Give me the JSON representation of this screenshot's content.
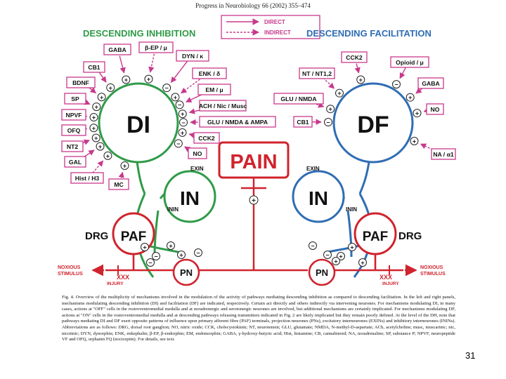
{
  "journal_line": "Progress in Neurobiology 66 (2002) 355–474",
  "page_number": "31",
  "legend": {
    "direct": "DIRECT",
    "indirect": "INDIRECT"
  },
  "titles": {
    "inhibition": "DESCENDING INHIBITION",
    "facilitation": "DESCENDING FACILITATION"
  },
  "center": {
    "pain": "PAIN",
    "di": "DI",
    "df": "DF",
    "in": "IN",
    "exin": "EXIN",
    "inin": "ININ",
    "paf": "PAF",
    "drg": "DRG",
    "pn": "PN"
  },
  "inhibition_boxes": [
    "GABA",
    "β-EP / μ",
    "DYN / κ",
    "CB1",
    "ENK / δ",
    "BDNF",
    "EM / μ",
    "SP",
    "ACH / Nic / Musc",
    "NPVF",
    "GLU / NMDA & AMPA",
    "OFQ",
    "CCK2",
    "NT2",
    "NO",
    "GAL",
    "Hist / H3",
    "MC"
  ],
  "facilitation_boxes": [
    "CCK2",
    "NT / NT1,2",
    "Opioid / μ",
    "GABA",
    "GLU / NMDA",
    "NO",
    "CB1",
    "NA / α1"
  ],
  "periphery": {
    "xxx": "XXX",
    "noxious_left": "NOXIOUS",
    "stimulus_left": "STIMULUS",
    "injury_left": "INJURY",
    "injury_right": "INJURY",
    "noxious_right": "NOXIOUS",
    "stimulus_right": "STIMULUS"
  },
  "colors": {
    "green": "#2f9b48",
    "blue": "#2f6db4",
    "red": "#d0232d",
    "magenta": "#c8388c"
  },
  "caption": "Fig. 4. Overview of the multiplicity of mechanisms involved in the modulation of the activity of pathways mediating descending inhibition as compared to descending facilitation. In the left and right panels, mechanisms modulating descending inhibition (DI) and facilitation (DF) are indicated, respectively. Certain act directly and others indirectly via intervening neurones. For mechanisms modulating DI, in many cases, actions at \"OFF\" cells in the rostroventromedial medulla and at noradrenergic and serotonergic neurones are involved, but additional mechanisms are certainly implicated. For mechanisms modulating DF, actions at \"ON\" cells in the rostroventromedial medulla and at descending pathways releasing transmitters indicated in Fig. 2 are likely implicated but they remain poorly defined. At the level of the DH, note that pathways mediating DI and DF exert opposite patterns of influence upon primary afferent fibre (PAF) terminals, projection neurones (PNs), excitatory interneurones (EXINs) and inhibitory interneurones (ININs). Abbreviations are as follows: DRG, dorsal root ganglion; NO, nitric oxide; CCK, cholecystokinin; NT, neurotensin; GLU, glutamate; NMDA, N-methyl-D-aspartate; ACh, acetylcholine; musc, muscarinic; nic, nicotinic; DYN, dynorphin; ENK, enkephalin; β-EP, β-endorphin; EM, endomorphin; GABA, γ-hydroxy-butyric acid; Hist, histamine; CB, cannabinoid; NA, noradrenaline; SP, substance P; NPVF, neuropeptide VF and OFQ, orphanin FQ (nociceptin). For details, see text."
}
